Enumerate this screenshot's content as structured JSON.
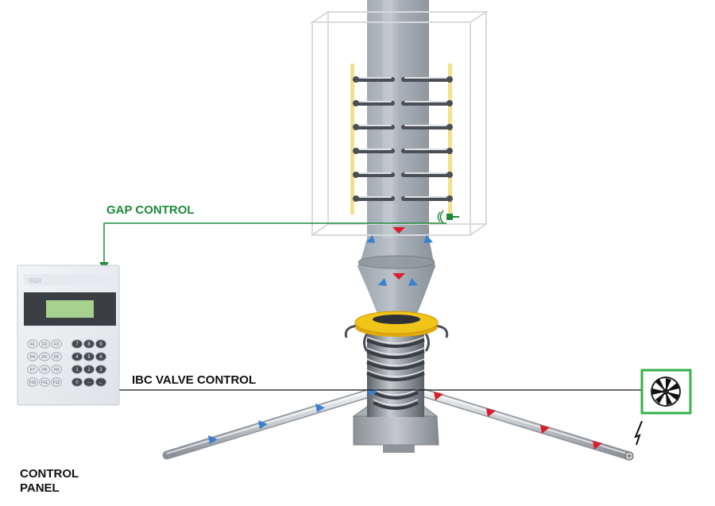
{
  "labels": {
    "gap_control": "GAP CONTROL",
    "ibc_valve_control": "IBC VALVE CONTROL",
    "control_panel_line1": "CONTROL",
    "control_panel_line2": "PANEL"
  },
  "control_panel_device": {
    "function_keys": [
      "F1",
      "F2",
      "F3",
      "F4",
      "F5",
      "F6",
      "F7",
      "F8",
      "F9",
      "F10",
      "F11",
      "F12"
    ],
    "number_keys": [
      "7",
      "8",
      "9",
      "4",
      "5",
      "6",
      "1",
      "2",
      "3",
      "0",
      "--",
      "←"
    ]
  },
  "colors": {
    "gap_control_line": "#1d8a3a",
    "ibc_control_line": "#111111",
    "inflow_arrow": "#3a7fd0",
    "outflow_arrow": "#d81e2a",
    "die_ring": "#f0c419",
    "cage_guide_bar": "#f4e08a"
  }
}
